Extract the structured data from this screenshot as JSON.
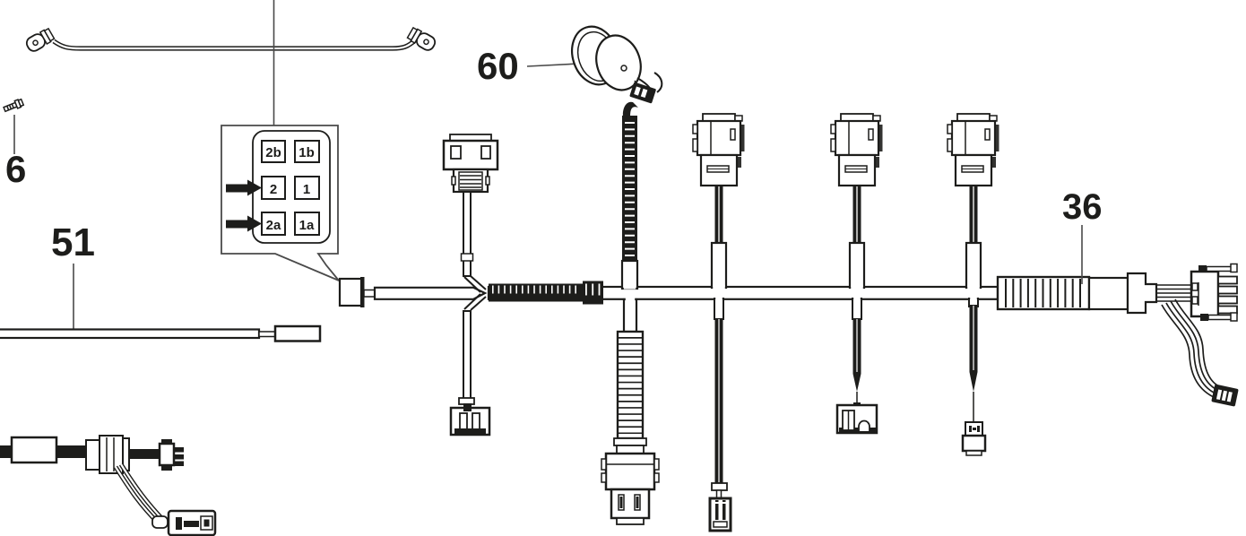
{
  "colors": {
    "ink": "#1d1d1b",
    "background": "#ffffff",
    "leader_line": "#4a4a4a"
  },
  "part_labels": [
    {
      "number": "6",
      "part": "screw"
    },
    {
      "number": "51",
      "part": "cable"
    },
    {
      "number": "60",
      "part": "horn-sensor"
    },
    {
      "number": "36",
      "part": "harness-connector-section"
    }
  ],
  "pinout_callout": {
    "cells": [
      "2b",
      "1b",
      "2",
      "1",
      "2a",
      "1a"
    ],
    "arrows_point_to": [
      "2",
      "2a"
    ]
  }
}
